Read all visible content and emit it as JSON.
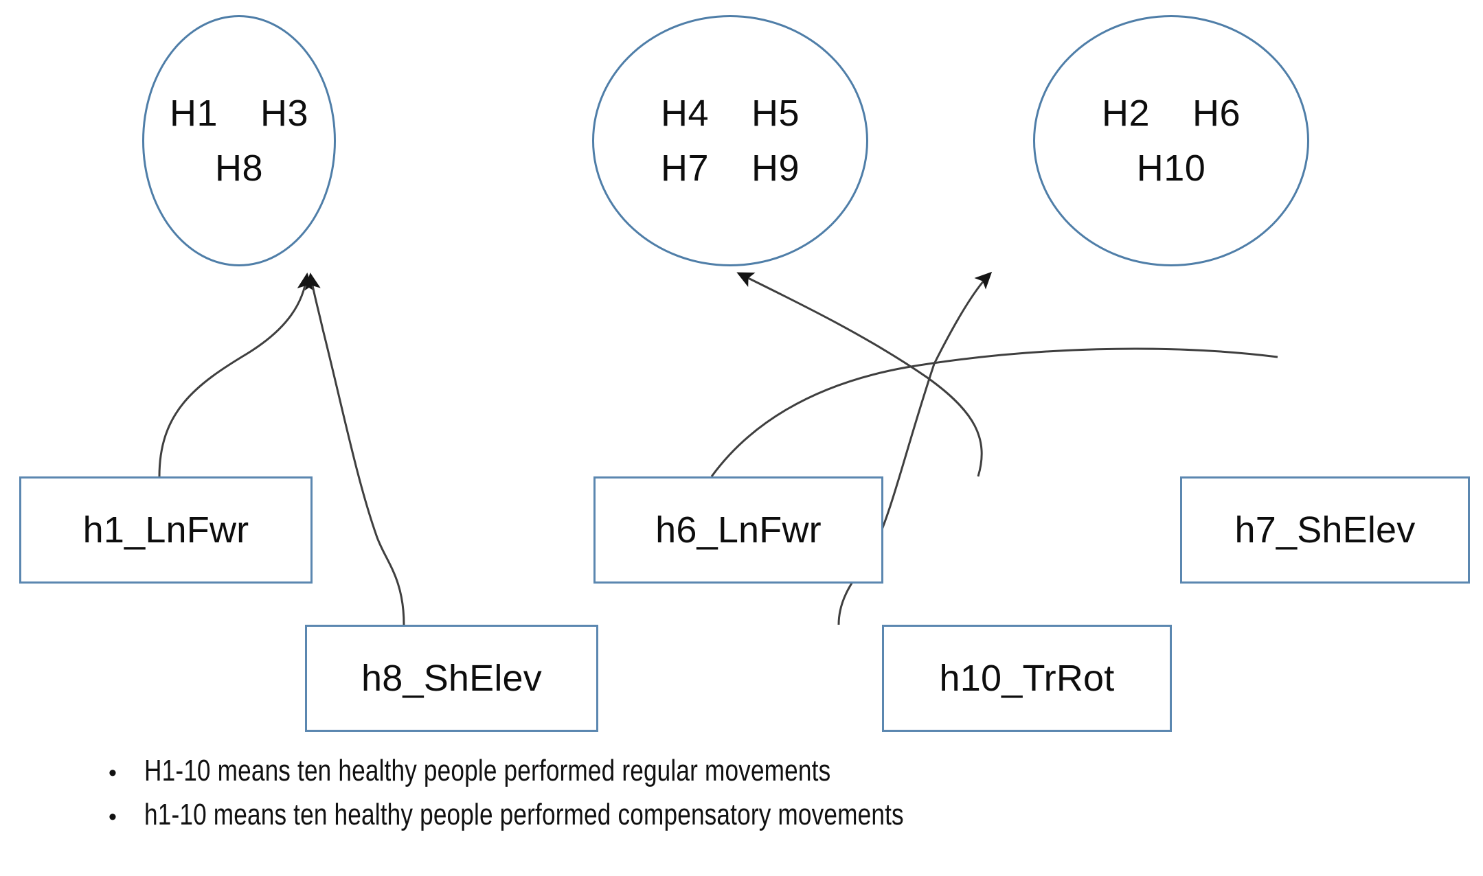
{
  "figure": {
    "type": "path-diagram",
    "background_color": "#ffffff",
    "ellipse_border_color": "#4F7EA8",
    "rect_border_color": "#5B87B0",
    "edge_color": "#3f3f3f",
    "text_color": "#0d0d0d"
  },
  "groups": [
    {
      "id": "group-left",
      "line1": "H1    H3",
      "line2": "H8"
    },
    {
      "id": "group-middle",
      "line1": "H4    H5",
      "line2": "H7    H9"
    },
    {
      "id": "group-right",
      "line1": "H2    H6",
      "line2": "H10"
    }
  ],
  "variables": [
    {
      "id": "var-h1",
      "label": "h1_LnFwr"
    },
    {
      "id": "var-h8",
      "label": "h8_ShElev"
    },
    {
      "id": "var-h6",
      "label": "h6_LnFwr"
    },
    {
      "id": "var-h10",
      "label": "h10_TrRot"
    },
    {
      "id": "var-h7",
      "label": "h7_ShElev"
    }
  ],
  "edges": [
    {
      "from": "h1_LnFwr",
      "to": "group-left",
      "arrow": true
    },
    {
      "from": "h8_ShElev",
      "to": "group-left",
      "arrow": true
    },
    {
      "from": "h6_LnFwr",
      "to": "group-middle",
      "arrow": true
    },
    {
      "from": "h7_ShElev",
      "to": "group-middle",
      "arrow": true
    },
    {
      "from": "h10_TrRot",
      "to": "group-right",
      "arrow": true
    }
  ],
  "legend": {
    "bullet_glyph": "•",
    "items": [
      {
        "text": "H1-10 means ten healthy people performed regular movements"
      },
      {
        "text": "h1-10 means ten healthy people performed compensatory movements"
      }
    ]
  }
}
